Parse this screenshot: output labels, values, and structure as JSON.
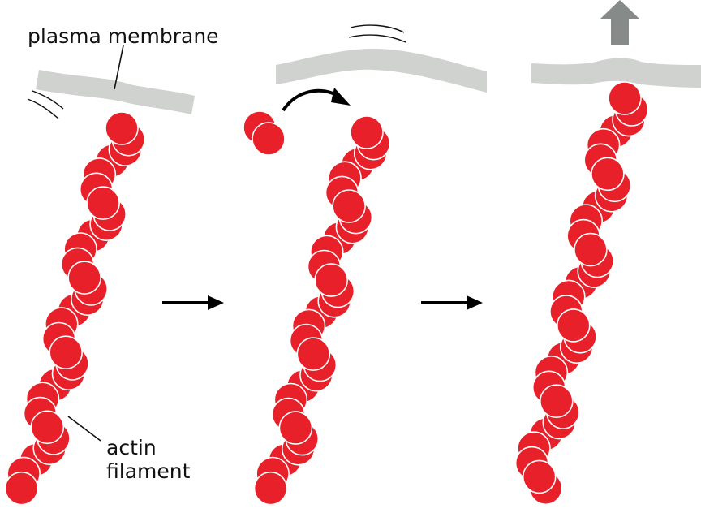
{
  "labels": {
    "plasma_membrane": "plasma membrane",
    "actin_line1": "actin",
    "actin_line2": "filament"
  },
  "colors": {
    "actin_subunit": "#e8202a",
    "subunit_outline": "#ffffff",
    "membrane": "#cfd2cf",
    "arrow": "#000000",
    "push_arrow": "#868a88"
  },
  "panels": [
    {
      "name": "filament-before-insertion",
      "membrane": "tilted",
      "free_monomer": false,
      "push_arrow": false
    },
    {
      "name": "monomer-insertion",
      "membrane": "fluctuating",
      "free_monomer": true,
      "push_arrow": false
    },
    {
      "name": "membrane-pushed",
      "membrane": "bulged",
      "free_monomer": false,
      "push_arrow": true
    }
  ],
  "process_arrows": 2
}
